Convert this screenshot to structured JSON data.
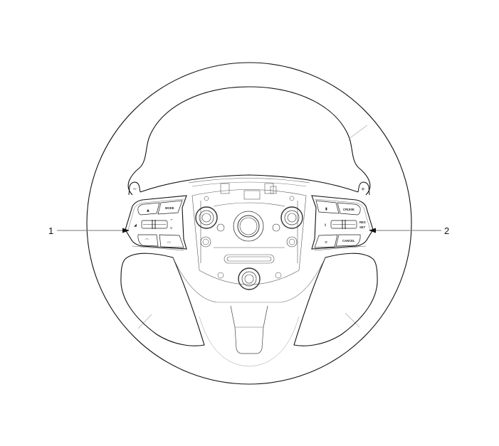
{
  "diagram": {
    "subject": "steering-wheel-front-view",
    "colors": {
      "line": "#111111",
      "thin_line": "#555555",
      "faint_line": "#9a9a9a",
      "callout_line": "#777777",
      "background": "#ffffff"
    }
  },
  "callouts": [
    {
      "id": "1",
      "label": "1",
      "side": "left",
      "target": "left steering wheel remote control switch"
    },
    {
      "id": "2",
      "label": "2",
      "side": "right",
      "target": "right steering wheel remote control switch"
    }
  ],
  "paddles": {
    "left_symbol": "−",
    "right_symbol": "+"
  },
  "left_switch": {
    "buttons": [
      {
        "label": "voice-icon"
      },
      {
        "label": "MODE"
      },
      {
        "label": "volume-wheel"
      },
      {
        "label": "^"
      },
      {
        "label": "v"
      },
      {
        "label": "call-icon"
      },
      {
        "label": "end-call-icon"
      }
    ]
  },
  "right_switch": {
    "buttons": [
      {
        "label": "lane-icon"
      },
      {
        "label": "CRUISE"
      },
      {
        "label": "cruise-wheel"
      },
      {
        "label": "RES"
      },
      {
        "label": "SET"
      },
      {
        "label": "distance-icon"
      },
      {
        "label": "CANCEL"
      }
    ]
  }
}
